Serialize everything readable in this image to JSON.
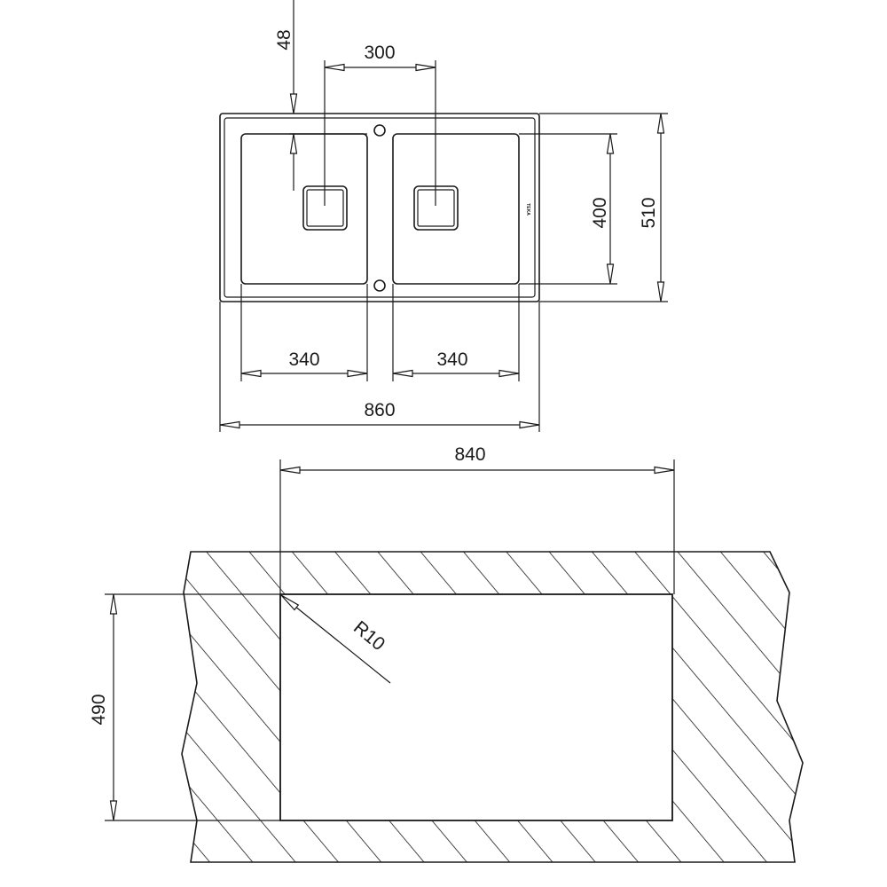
{
  "top_view": {
    "dimensions": {
      "drain_offset": "48",
      "drain_spacing": "300",
      "bowl_depth": "400",
      "overall_depth": "510",
      "left_bowl_width": "340",
      "right_bowl_width": "340",
      "overall_width": "860"
    },
    "logo_text": "TEKA"
  },
  "cutout_view": {
    "dimensions": {
      "cutout_width": "840",
      "cutout_depth": "490",
      "corner_radius": "R10"
    }
  },
  "colors": {
    "line": "#1a1a1a",
    "background": "#ffffff"
  }
}
